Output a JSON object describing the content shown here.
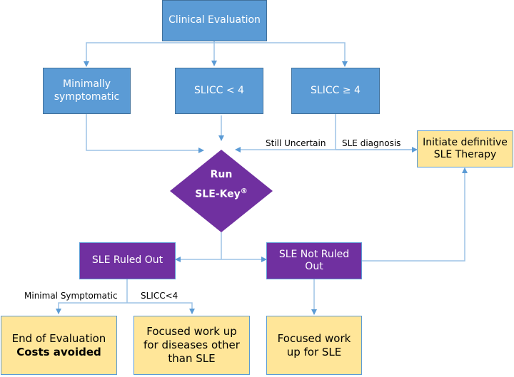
{
  "diagram": {
    "colors": {
      "process_blue": "#5b9bd5",
      "decision_purple": "#7030a0",
      "outcome_yellow": "#ffe699",
      "connector": "#9dc3e6",
      "arrowhead": "#5b9bd5"
    },
    "nodes": {
      "clinical_evaluation": "Clinical Evaluation",
      "minimally_symptomatic": "Minimally symptomatic",
      "slicc_lt_4": "SLICC < 4",
      "slicc_ge_4": "SLICC ≥ 4",
      "run_sle_key": {
        "line1": "Run",
        "line2": "SLE-Key",
        "mark": "®"
      },
      "initiate_therapy": "Initiate definitive SLE Therapy",
      "sle_ruled_out": "SLE Ruled Out",
      "sle_not_ruled_out": "SLE Not Ruled Out",
      "end_of_evaluation": {
        "line1": "End of Evaluation",
        "line2": "Costs avoided"
      },
      "focused_other": "Focused work up for diseases other than SLE",
      "focused_sle": "Focused work up for SLE"
    },
    "edge_labels": {
      "still_uncertain": "Still Uncertain",
      "sle_diagnosis": "SLE diagnosis",
      "minimal_symptomatic": "Minimal Symptomatic",
      "slicc_lt4": "SLICC<4"
    }
  }
}
